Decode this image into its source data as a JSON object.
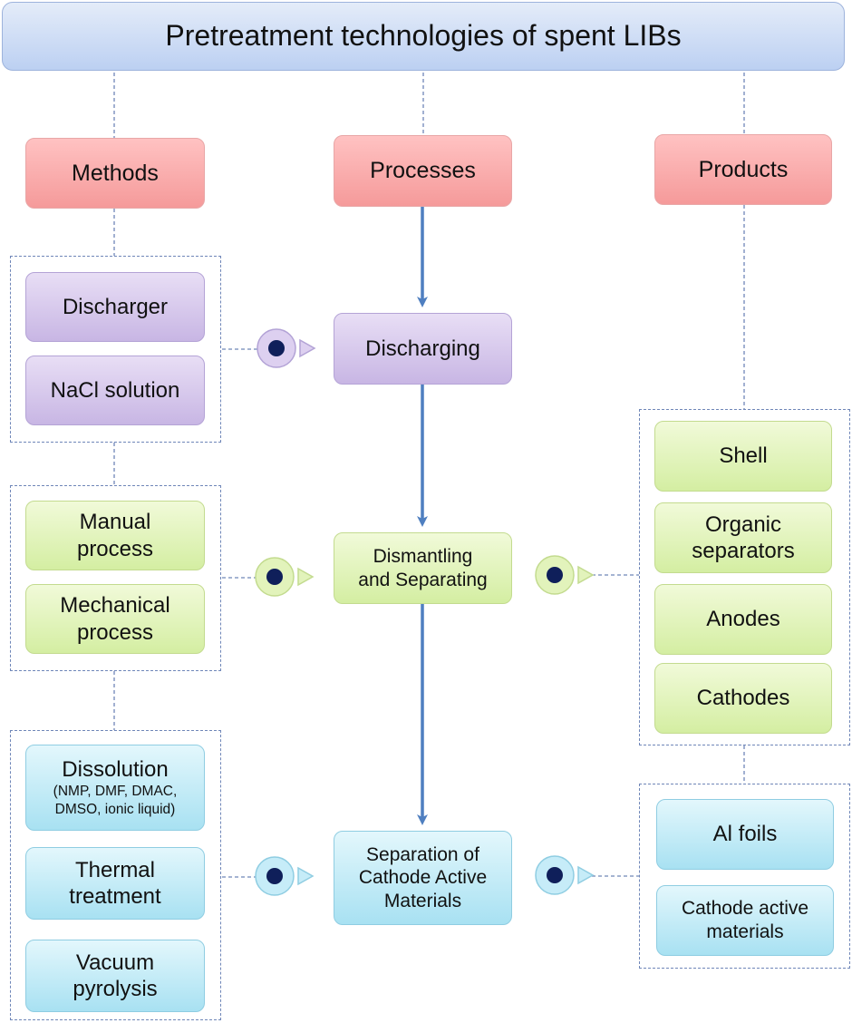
{
  "title": "Pretreatment technologies of spent LIBs",
  "headers": {
    "methods": "Methods",
    "processes": "Processes",
    "products": "Products"
  },
  "processes": {
    "discharging": "Discharging",
    "dismantling_1": "Dismantling",
    "dismantling_2": "and Separating",
    "separation_1": "Separation of",
    "separation_2": "Cathode Active",
    "separation_3": "Materials"
  },
  "methods": {
    "discharger": "Discharger",
    "nacl": "NaCl solution",
    "manual_1": "Manual",
    "manual_2": "process",
    "mechanical_1": "Mechanical",
    "mechanical_2": "process",
    "dissolution": "Dissolution",
    "dissolution_sub_1": "(NMP, DMF, DMAC,",
    "dissolution_sub_2": "DMSO, ionic liquid)",
    "thermal_1": "Thermal",
    "thermal_2": "treatment",
    "vacuum_1": "Vacuum",
    "vacuum_2": "pyrolysis"
  },
  "products": {
    "shell": "Shell",
    "organic_1": "Organic",
    "organic_2": "separators",
    "anodes": "Anodes",
    "cathodes": "Cathodes",
    "al_foils": "Al foils",
    "cam_1": "Cathode active",
    "cam_2": "materials"
  },
  "colors": {
    "title": "#c6d6f4",
    "header": "#f9a8a8",
    "discharging": "#d9ccee",
    "dismantling": "#e0f3b8",
    "separation": "#c2ebf7",
    "arrow": "#4f7fc0",
    "dashed": "#6f86b8",
    "connector_dot": "#0f1f5a"
  },
  "icons": {
    "connector": "circle-dot-arrow-connector-icon"
  }
}
